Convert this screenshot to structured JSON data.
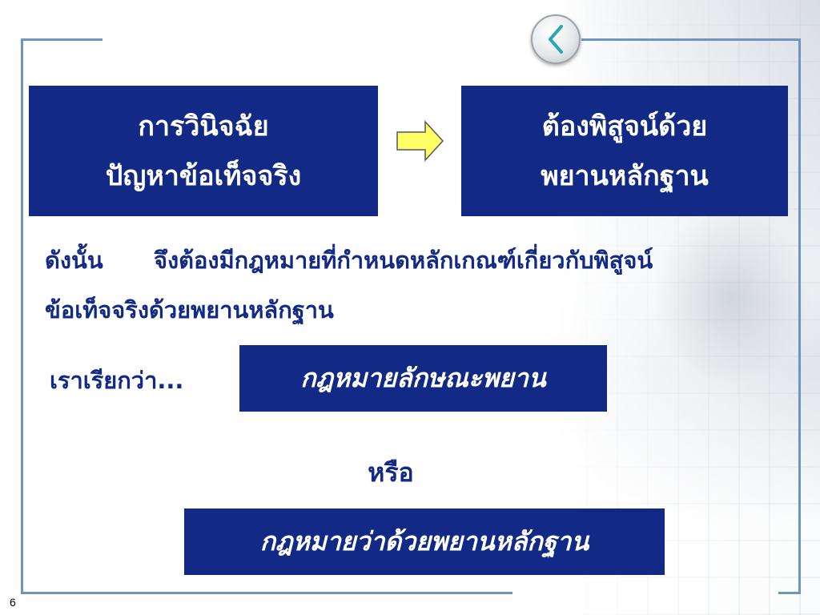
{
  "slide": {
    "box_left": {
      "line1": "การวินิจฉัย",
      "line2": "ปัญหาข้อเท็จจริง"
    },
    "box_right": {
      "line1": "ต้องพิสูจน์ด้วย",
      "line2": "พยานหลักฐาน"
    },
    "paragraph": {
      "lead": "ดังนั้น",
      "line1": "จึงต้องมีกฎหมายที่กำหนดหลักเกณฑ์เกี่ยวกับพิสูจน์",
      "line2": "ข้อเท็จจริงด้วยพยานหลักฐาน"
    },
    "we_call": "เราเรียกว่า...",
    "law_1": "กฎหมายลักษณะพยาน",
    "or": "หรือ",
    "law_2": "กฎหมายว่าด้วยพยานหลักฐาน",
    "page_number": "6"
  },
  "colors": {
    "box_blue": "#122a86",
    "text_blue": "#122a86",
    "frame": "#6f94bf",
    "arrow_fill": "#ffff66",
    "back_chevron": "#2aa6b4"
  },
  "icons": {
    "back": "chevron-left-icon",
    "arrow": "arrow-right-icon"
  }
}
